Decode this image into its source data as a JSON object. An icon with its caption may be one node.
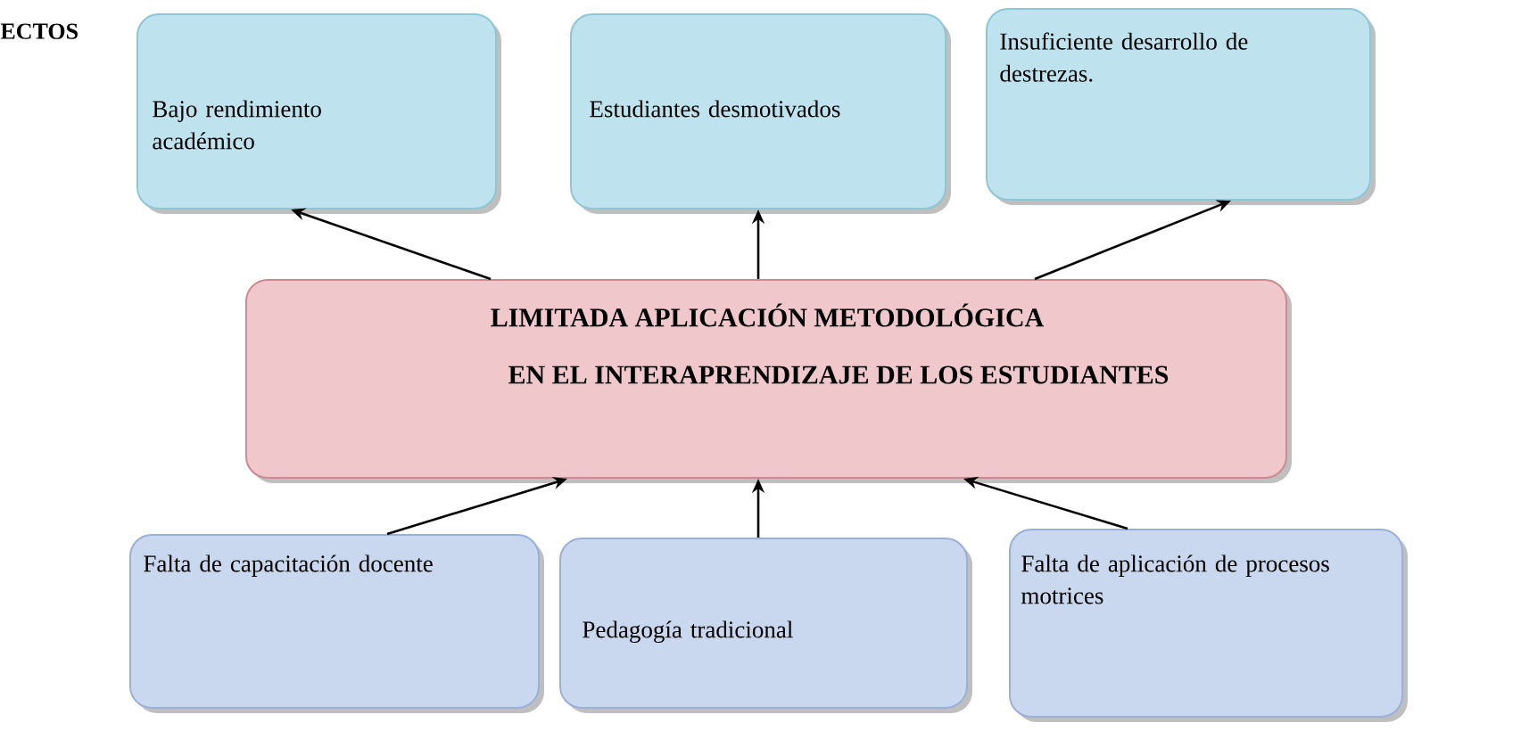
{
  "diagram": {
    "nodes": [
      {
        "text": [
          "Bajo rendimiento académico"
        ]
      },
      {
        "text": [
          "Estudiantes desmotivados"
        ]
      },
      {
        "text": [
          "Insuficiente desarrollo de destrezas."
        ]
      },
      {
        "text": [
          "LIMITADA APLICACIÓN METODOLÓGICA",
          "EN EL INTERAPRENDIZAJE DE LOS ESTUDIANTES"
        ]
      },
      {
        "text": [
          "Falta de capacitación docente"
        ]
      },
      {
        "text": [
          "Pedagogía tradicional"
        ]
      },
      {
        "text": [
          "Falta de aplicación de procesos motrices"
        ]
      }
    ],
    "edges": [
      {
        "from": 3,
        "to": 0,
        "arrow": "to"
      },
      {
        "from": 3,
        "to": 1,
        "arrow": "to"
      },
      {
        "from": 3,
        "to": 2,
        "arrow": "to"
      },
      {
        "from": 4,
        "to": 3,
        "arrow": "to"
      },
      {
        "from": 5,
        "to": 3,
        "arrow": "to"
      },
      {
        "from": 6,
        "to": 3,
        "arrow": "to"
      }
    ],
    "labels": [
      "ECTOS"
    ]
  }
}
